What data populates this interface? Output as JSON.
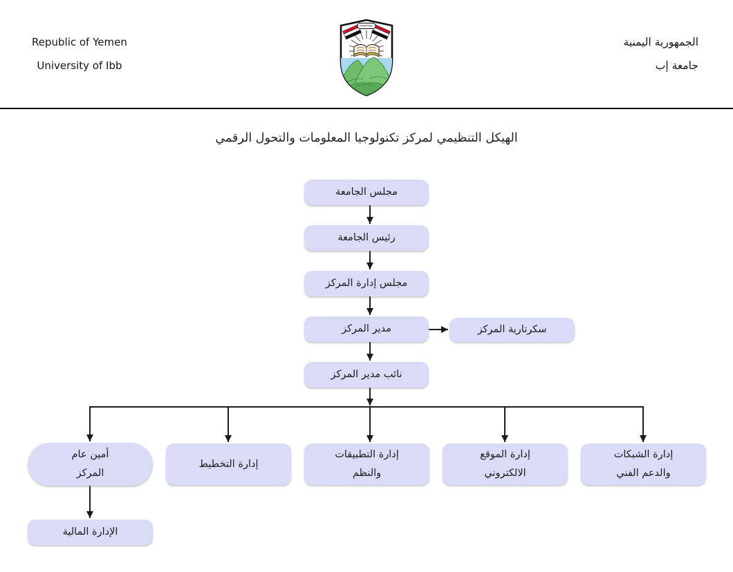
{
  "header": {
    "left_line1": "Republic of Yemen",
    "left_line2": "University of Ibb",
    "right_line1": "الجمهورية اليمنية",
    "right_line2": "جامعة إب",
    "logo": "university-of-ibb-emblem"
  },
  "title": "الهيكل التنظيمي لمركز تكنولوجيا المعلومات والتحول الرقمي",
  "nodes": {
    "university_council": "مجلس الجامعة",
    "university_president": "رئيس الجامعة",
    "center_board": "مجلس إدارة المركز",
    "center_director": "مدير المركز",
    "center_secretariat": "سكرتارية المركز",
    "deputy_center_director": "نائب مدير المركز",
    "center_secretary_general": "أمين عام\nالمركز",
    "planning_department": "إدارة التخطيط",
    "applications_systems_department": "إدارة التطبيقات\nوالنظم",
    "website_department": "إدارة الموقع\nالالكتروني",
    "networks_technical_support_department": "إدارة الشبكات\nوالدعم الفني",
    "financial_administration": "الإدارة المالية"
  },
  "colors": {
    "node_fill": "#dadcf7",
    "connector": "#1a1a1a",
    "divider": "#000000",
    "flag_red": "#ce1126",
    "mountain_green": "#6fbc6a",
    "sky_blue": "#a8d8f0"
  }
}
